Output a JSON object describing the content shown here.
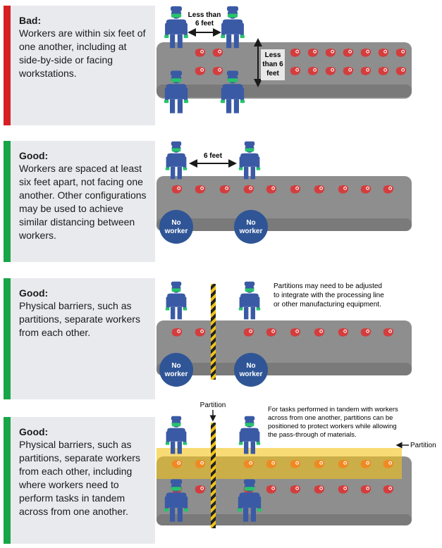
{
  "colors": {
    "bad": "#d71f26",
    "good": "#18a548",
    "worker": "#3a5aa5",
    "mask": "#27c36b",
    "belt": "#8e8e8e",
    "meat": "#d43d3d",
    "meat_orange": "#ef8a22",
    "partition": "#f3c317",
    "no_worker": "#2f5596"
  },
  "icons": [
    "worker-icon",
    "meat-icon",
    "partition-pole-icon",
    "arrow-icon"
  ],
  "panels": [
    {
      "status": "bad",
      "heading": "Bad:",
      "body": "Workers are within six feet of one another, including at side-by-side or facing workstations.",
      "labels": {
        "distance_horizontal": [
          "Less than",
          "6 feet"
        ],
        "distance_vertical": [
          "Less",
          "than 6",
          "feet"
        ]
      }
    },
    {
      "status": "good",
      "heading": "Good:",
      "body": "Workers are spaced at least six feet apart, not facing one another. Other configurations may be used to achieve similar distancing between workers.",
      "labels": {
        "distance_horizontal": "6 feet",
        "no_worker": [
          "No",
          "worker"
        ]
      }
    },
    {
      "status": "good",
      "heading": "Good:",
      "body": "Physical barriers, such as partitions, separate workers from each other.",
      "labels": {
        "note": [
          "Partitions may need to be adjusted",
          "to integrate with the processing line",
          "or other manufacturing equipment."
        ],
        "no_worker": [
          "No",
          "worker"
        ]
      }
    },
    {
      "status": "good",
      "heading": "Good:",
      "body": "Physical barriers, such as partitions, separate workers from each other, including where workers need to perform tasks in tandem across from one another.",
      "labels": {
        "partition_top": "Partition",
        "partition_side": "Partition",
        "note": [
          "For tasks performed in tandem with workers",
          "across from one another, partitions can be",
          "positioned to protect workers while allowing",
          "the pass-through of materials."
        ]
      }
    }
  ]
}
